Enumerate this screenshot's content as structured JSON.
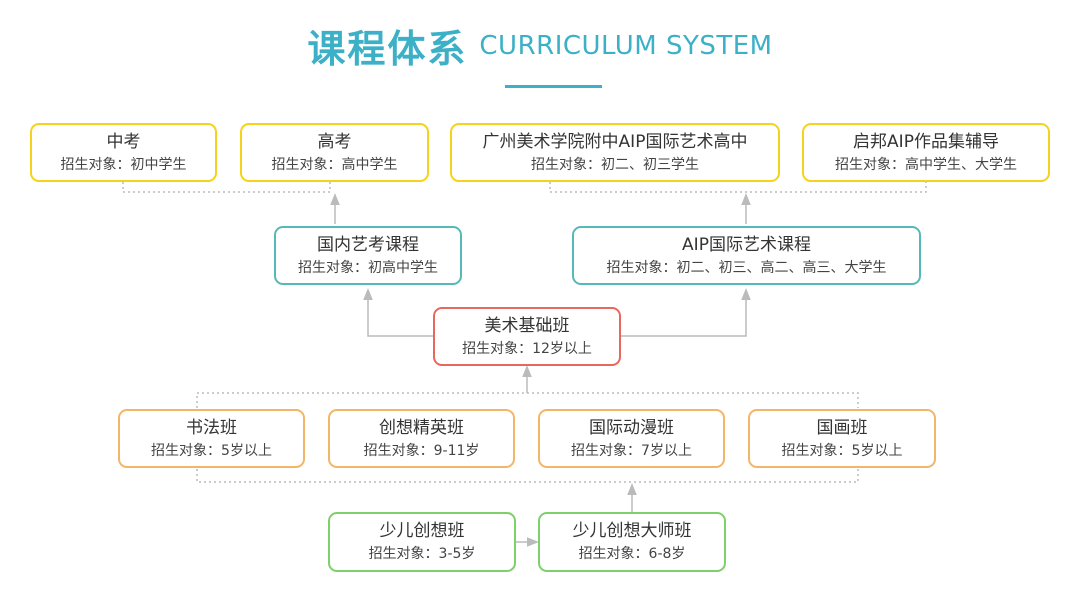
{
  "header": {
    "title_cn": "课程体系",
    "title_en": "CURRICULUM SYSTEM",
    "accent_color": "#3bb0c7"
  },
  "colors": {
    "top_tier": "#f5d21b",
    "mid_tier": "#56b9b8",
    "foundation": "#e8675f",
    "interest": "#f2b66b",
    "kids": "#7dd06a",
    "connector": "#bbbbbb"
  },
  "nodes": {
    "zhongkao": {
      "name": "中考",
      "target": "招生对象：初中学生"
    },
    "gaokao": {
      "name": "高考",
      "target": "招生对象：高中学生"
    },
    "gz_aip": {
      "name": "广州美术学院附中AIP国际艺术高中",
      "target": "招生对象：初二、初三学生"
    },
    "qibang_aip": {
      "name": "启邦AIP作品集辅导",
      "target": "招生对象：高中学生、大学生"
    },
    "domestic": {
      "name": "国内艺考课程",
      "target": "招生对象：初高中学生"
    },
    "aip_intl": {
      "name": "AIP国际艺术课程",
      "target": "招生对象：初二、初三、高二、高三、大学生"
    },
    "foundation": {
      "name": "美术基础班",
      "target": "招生对象：12岁以上"
    },
    "calligraphy": {
      "name": "书法班",
      "target": "招生对象：5岁以上"
    },
    "creative_elite": {
      "name": "创想精英班",
      "target": "招生对象：9-11岁"
    },
    "anime": {
      "name": "国际动漫班",
      "target": "招生对象：7岁以上"
    },
    "chinese_painting": {
      "name": "国画班",
      "target": "招生对象：5岁以上"
    },
    "kids_creative": {
      "name": "少儿创想班",
      "target": "招生对象：3-5岁"
    },
    "kids_master": {
      "name": "少儿创想大师班",
      "target": "招生对象：6-8岁"
    }
  }
}
